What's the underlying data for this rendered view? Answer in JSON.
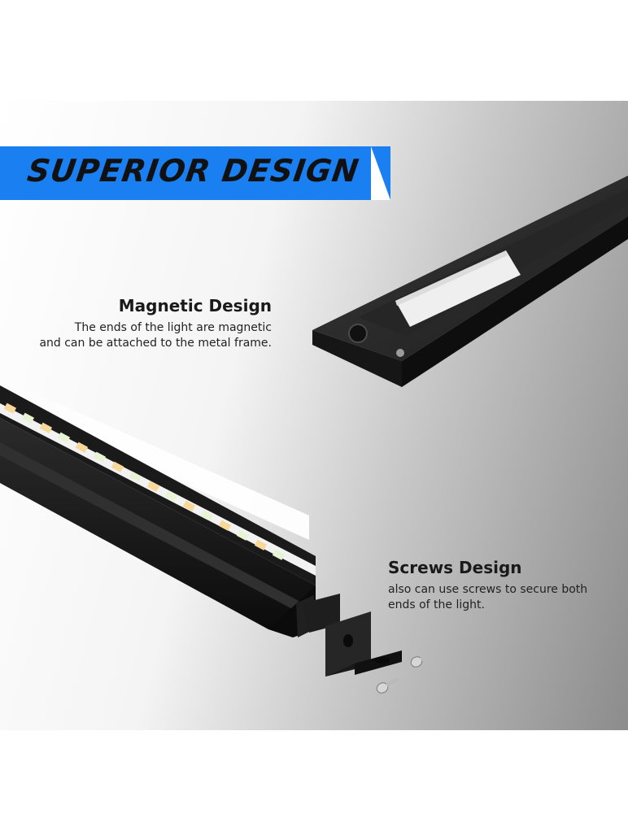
{
  "banner": {
    "title": "SUPERIOR DESIGN",
    "color": "#1a7ff0"
  },
  "features": [
    {
      "heading": "Magnetic Design",
      "description_lines": [
        "The ends of the light are magnetic",
        "and can be attached to the metal frame."
      ]
    },
    {
      "heading": "Screws Design",
      "description_lines": [
        "also can use screws to secure both",
        "ends of the light."
      ]
    }
  ],
  "images": {
    "track_rail": "magnetic-track-rail-image",
    "led_bar": "led-strip-light-bar-image",
    "end_bracket": "mounting-bracket-image",
    "screws": "screws-image"
  }
}
